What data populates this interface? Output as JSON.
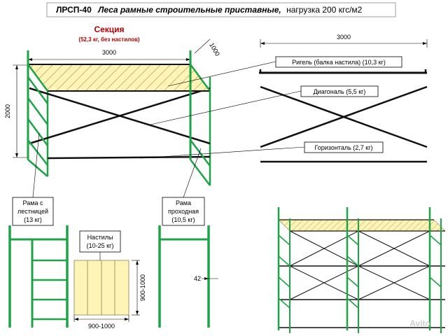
{
  "title": {
    "code": "ЛРСП-40",
    "italic": "Леса рамные строительные приставные,",
    "rest": "нагрузка 200 кгс/м2"
  },
  "section": {
    "label": "Секция",
    "sub": "(52,3 кг, без настилов)"
  },
  "dims": {
    "section_width": "3000",
    "section_depth": "1000",
    "section_height": "2000",
    "ledger_span": "3000",
    "deck_width": "900-1000",
    "deck_length": "900-1000",
    "frame_offset": "42"
  },
  "callouts": {
    "rigel": "Ригель (балка настила) (10,3 кг)",
    "diagonal": "Диагональ (5,5 кг)",
    "horizontal": "Горизонталь (2,7 кг)",
    "ladder_frame": [
      "Рама с",
      "лестницей",
      "(13 кг)"
    ],
    "decks": [
      "Настилы",
      "(10-25 кг)"
    ],
    "pass_frame": [
      "Рама",
      "проходная",
      "(10,5 кг)"
    ]
  },
  "watermark": "Avito",
  "colors": {
    "frame": "#1fa347",
    "deck": "#fdf4b6",
    "accent_red": "#b00000"
  }
}
